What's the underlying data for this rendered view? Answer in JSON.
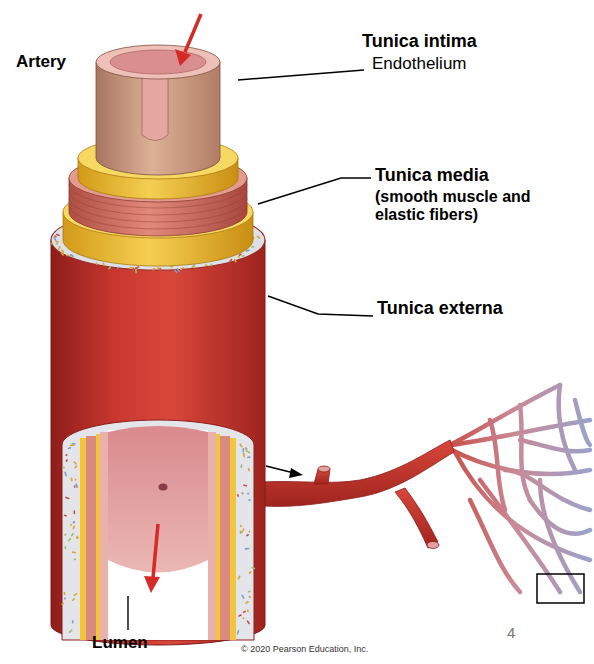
{
  "diagram": {
    "title": "Artery",
    "labels": [
      "Tunica intima",
      "Endothelium",
      "Tunica media",
      "(smooth muscle and elastic fibers)",
      "Tunica externa",
      "Lumen",
      "© 2020 Pearson Education, Inc.",
      "4"
    ]
  }
}
